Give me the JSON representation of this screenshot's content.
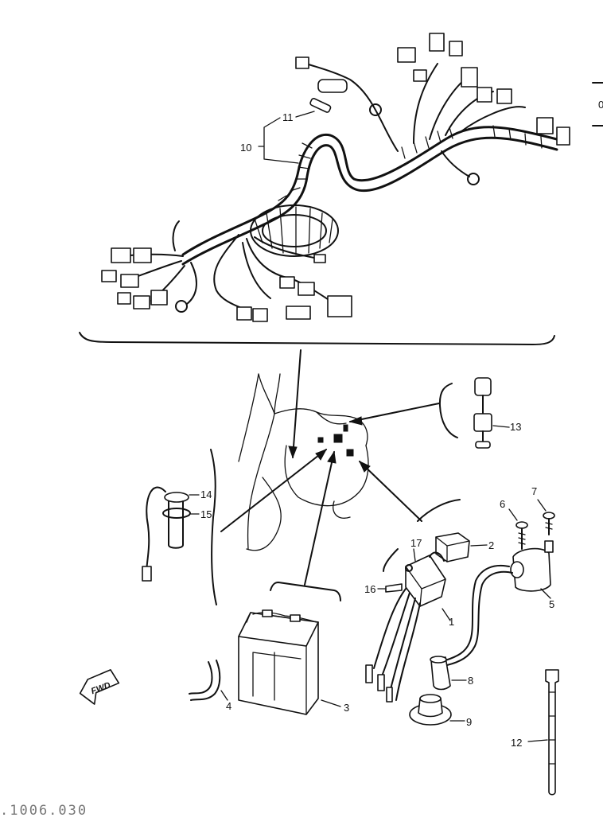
{
  "callouts": [
    {
      "id": "1",
      "label": "1"
    },
    {
      "id": "2",
      "label": "2"
    },
    {
      "id": "3",
      "label": "3"
    },
    {
      "id": "4",
      "label": "4"
    },
    {
      "id": "5",
      "label": "5"
    },
    {
      "id": "6",
      "label": "6"
    },
    {
      "id": "7",
      "label": "7"
    },
    {
      "id": "8",
      "label": "8"
    },
    {
      "id": "9",
      "label": "9"
    },
    {
      "id": "10",
      "label": "10"
    },
    {
      "id": "11",
      "label": "11"
    },
    {
      "id": "12",
      "label": "12"
    },
    {
      "id": "13",
      "label": "13"
    },
    {
      "id": "14",
      "label": "14"
    },
    {
      "id": "15",
      "label": "15"
    },
    {
      "id": "16",
      "label": "16"
    },
    {
      "id": "17",
      "label": "17"
    }
  ],
  "direction_tag": "FWD",
  "drawing_code": ".1006.030"
}
